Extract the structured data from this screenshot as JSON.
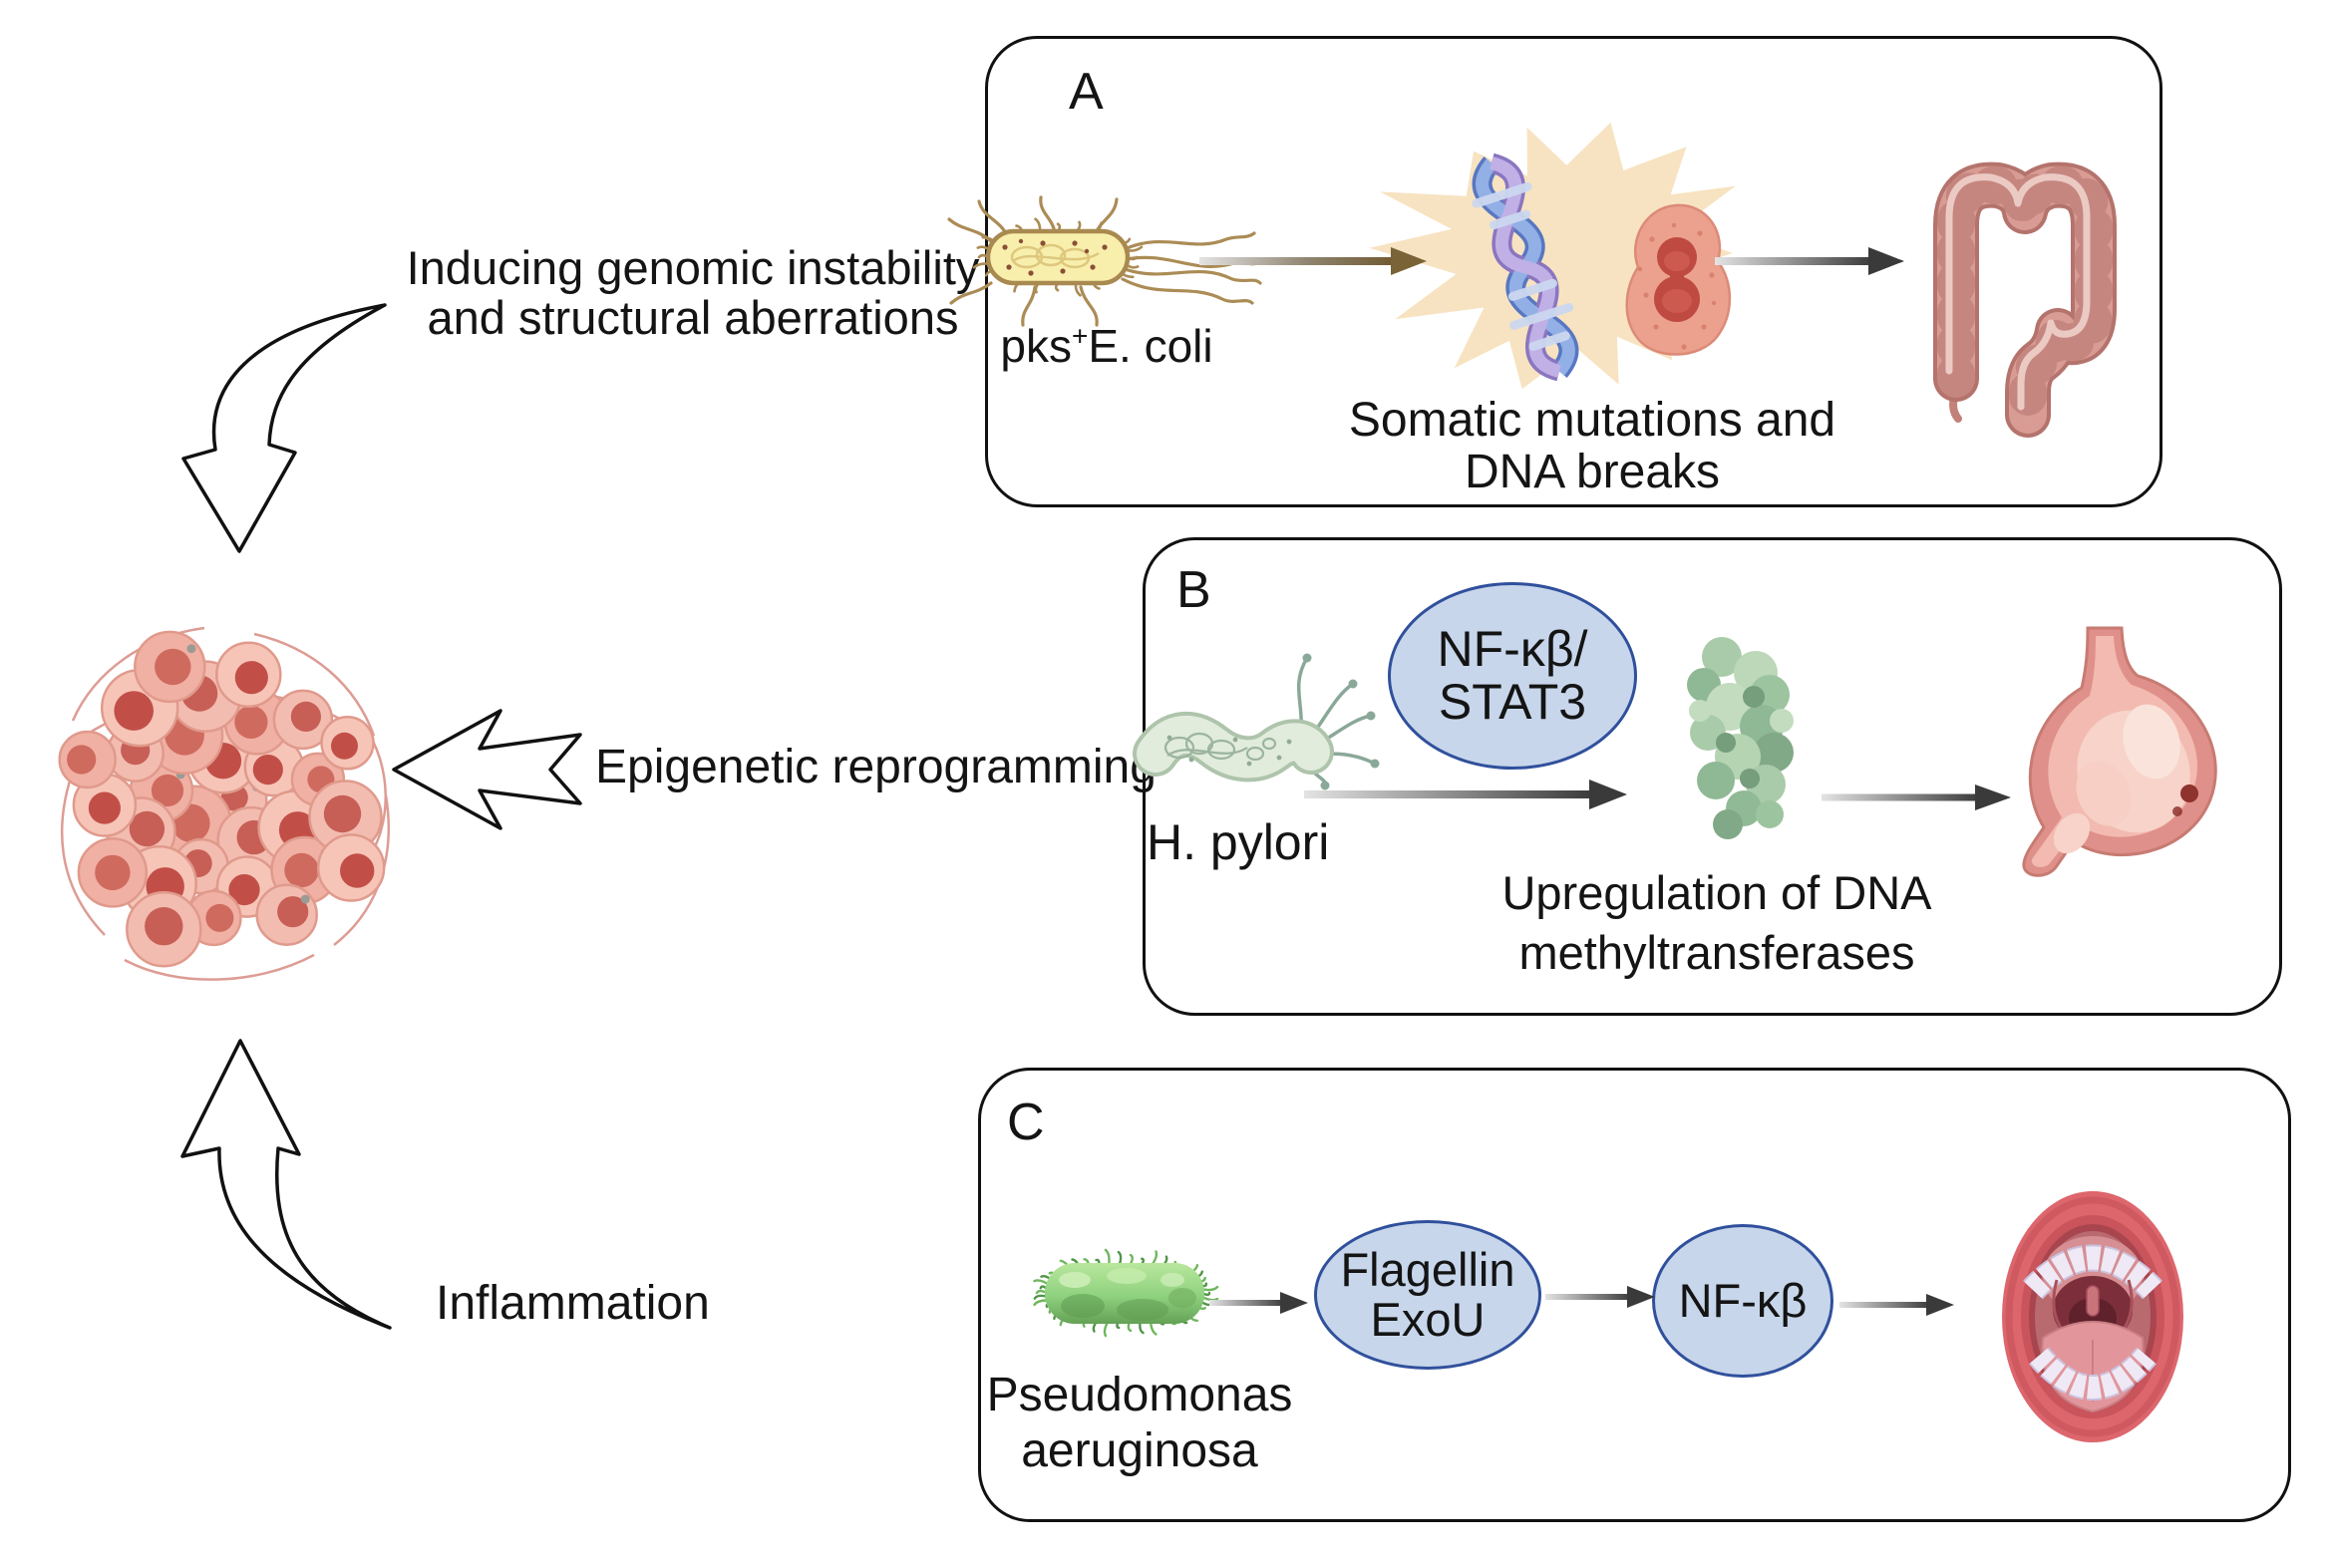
{
  "figure": {
    "left_labels": {
      "genomic_line1": "Inducing genomic instability",
      "genomic_line2": "and structural aberrations",
      "epigenetic": "Epigenetic reprogramming",
      "inflammation": "Inflammation"
    },
    "panel_a": {
      "label": "A",
      "organism_base": "pks",
      "organism_sup": "+",
      "organism_species": "E. coli",
      "caption_line1": "Somatic mutations and",
      "caption_line2": "DNA breaks"
    },
    "panel_b": {
      "label": "B",
      "node_line1": "NF-κβ/",
      "node_line2": "STAT3",
      "organism": "H. pylori",
      "caption_line1": "Upregulation of DNA",
      "caption_line2": "methyltransferases"
    },
    "panel_c": {
      "label": "C",
      "node1_line1": "Flagellin",
      "node1_line2": "ExoU",
      "node2_label": "NF-κβ",
      "organism_line1": "Pseudomonas",
      "organism_line2": "aeruginosa"
    }
  },
  "icons": {
    "tumor": "tumor-cell-cluster-icon",
    "curved_arrow_down": "curved-arrow-down-icon",
    "curved_arrow_up": "curved-arrow-up-icon",
    "block_arrow_left": "block-arrow-left-icon",
    "ecoli": "ecoli-bacterium-icon",
    "starburst": "starburst-icon",
    "dna": "dna-helix-icon",
    "dividing_cell": "dividing-cell-icon",
    "colon": "large-intestine-icon",
    "hpylori": "hpylori-bacterium-icon",
    "protein": "methyltransferase-protein-icon",
    "stomach": "stomach-icon",
    "pseudomonas": "pseudomonas-bacterium-icon",
    "mouth": "open-mouth-icon"
  },
  "colors": {
    "background": "#ffffff",
    "panel_border": "#111111",
    "text": "#141414",
    "node_fill": "#c7d6eb",
    "node_stroke": "#30509c",
    "starburst": "#f7e3c1",
    "arrow_gradient_start": "#e0e0e0",
    "arrow_gradient_end": "#3a3a3a",
    "arrow_head_olive": "#7a6336",
    "tumor_cell": "#f2b7ab",
    "tumor_nucleus": "#c75f56",
    "ecoli_body": "#f9efad",
    "hpylori_body": "#e1ecdd",
    "pseudomonas_body": "#8ed17e",
    "colon_pink": "#d89c95",
    "stomach_pink": "#e0908a",
    "protein_green": "#a9cba9",
    "mouth_red": "#dd666d"
  }
}
